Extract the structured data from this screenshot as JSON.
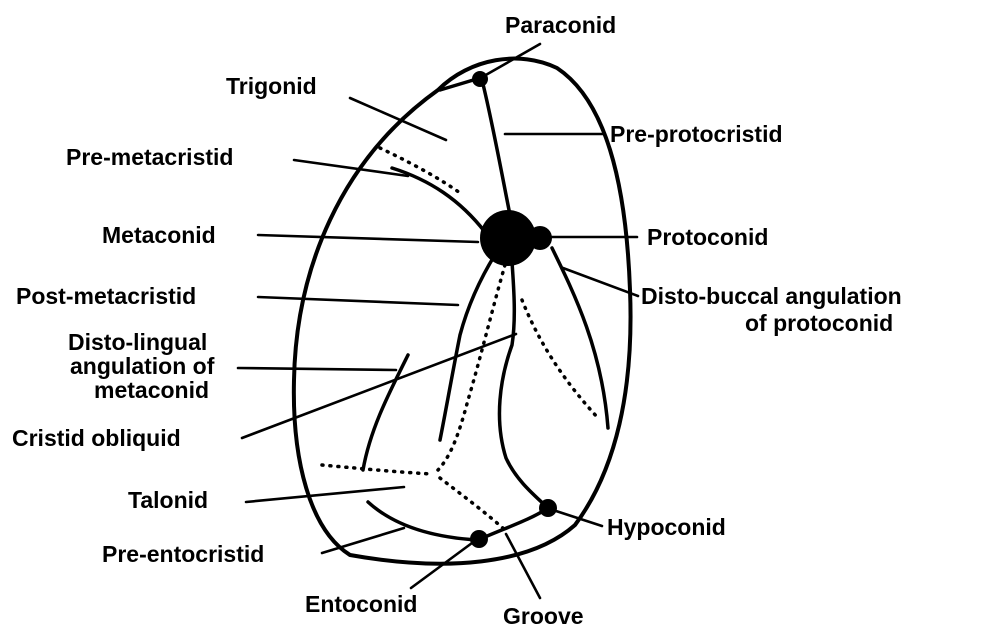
{
  "labels": {
    "paraconid": "Paraconid",
    "trigonid": "Trigonid",
    "pre_protocristid": "Pre-protocristid",
    "pre_metacristid": "Pre-metacristid",
    "metaconid": "Metaconid",
    "protoconid": "Protoconid",
    "post_metacristid": "Post-metacristid",
    "disto_buccal_line1": "Disto-buccal angulation",
    "disto_buccal_line2": "of protoconid",
    "disto_lingual_line1": "Disto-lingual",
    "disto_lingual_line2": "angulation of",
    "disto_lingual_line3": "metaconid",
    "cristid_obliquid": "Cristid obliquid",
    "talonid": "Talonid",
    "hypoconid": "Hypoconid",
    "pre_entocristid": "Pre-entocristid",
    "entoconid": "Entoconid",
    "groove": "Groove"
  }
}
